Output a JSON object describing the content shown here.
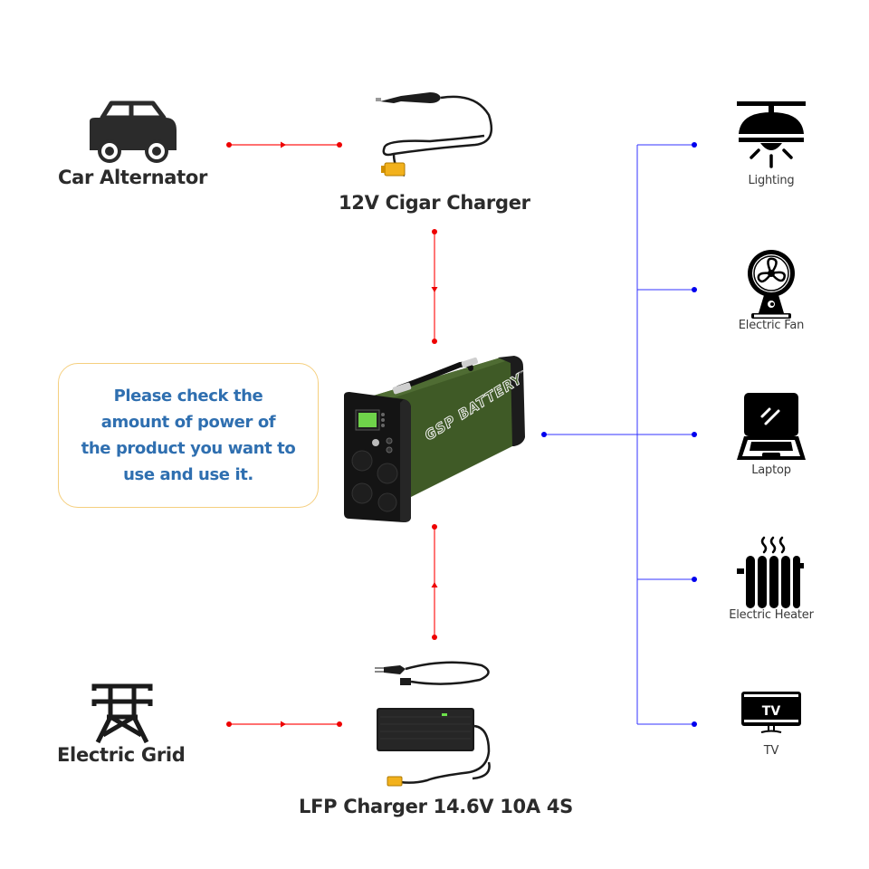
{
  "sources": [
    {
      "id": "car",
      "label": "Car Alternator",
      "icon": "car-icon"
    },
    {
      "id": "grid",
      "label": "Electric Grid",
      "icon": "power-tower-icon"
    }
  ],
  "chargers": [
    {
      "id": "cigar",
      "label": "12V Cigar Charger",
      "icon": "cigar-charger-image"
    },
    {
      "id": "lfp",
      "label": "LFP Charger 14.6V 10A 4S",
      "icon": "lfp-charger-image"
    }
  ],
  "battery": {
    "brand_text": "GSP BATTERY",
    "trademark": "™",
    "body_color": "#3f5a26"
  },
  "note": {
    "lines": [
      "Please check the",
      "amount of power of",
      "the product you want to",
      "use and use it."
    ],
    "border_color": "#f5cf7e",
    "text_color": "#2f6fb0"
  },
  "devices": [
    {
      "label": "Lighting",
      "icon": "ceiling-lamp-icon"
    },
    {
      "label": "Electric Fan",
      "icon": "electric-fan-icon"
    },
    {
      "label": "Laptop",
      "icon": "laptop-icon"
    },
    {
      "label": "Electric Heater",
      "icon": "radiator-heater-icon"
    },
    {
      "label": "TV",
      "icon": "tv-icon",
      "screen_text": "TV"
    }
  ],
  "colors": {
    "charge_line": "#ff1a1a",
    "output_line": "#3333ff",
    "output_dot": "#0000ee"
  }
}
